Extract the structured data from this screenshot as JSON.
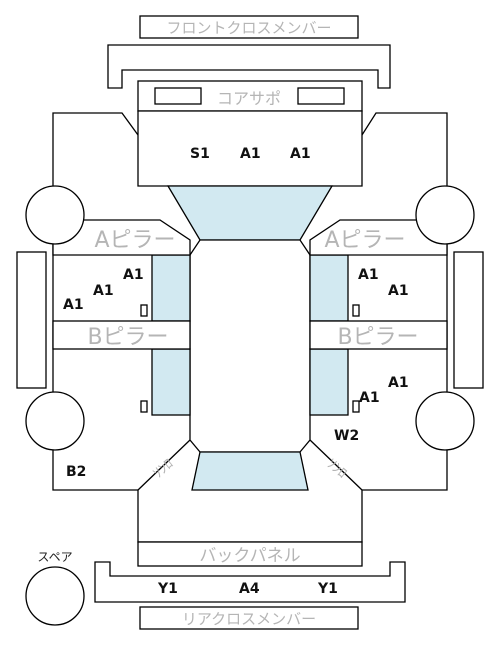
{
  "labels": {
    "front_cross_member": "フロントクロスメンバー",
    "core_support": "コアサポ",
    "a_pillar": "Aピラー",
    "b_pillar": "Bピラー",
    "back_panel": "バックパネル",
    "rear_cross_member": "リアクロスメンバー",
    "spare": "スペア",
    "left_tail": "ｿﾝﾛ",
    "right_tail": "ｿﾝﾛ"
  },
  "codes": {
    "front_left": "S1",
    "front_center": "A1",
    "front_right": "A1",
    "left_front_door_upper": "A1",
    "left_front_door_mid": "A1",
    "left_front_door_lower": "A1",
    "right_front_door_upper": "A1",
    "right_front_door_mid": "A1",
    "right_rear_door_upper": "A1",
    "right_rear_door_lower": "A1",
    "right_rear_quarter": "W2",
    "left_rear_quarter": "B2",
    "rear_left": "Y1",
    "rear_center": "A4",
    "rear_right": "Y1"
  }
}
